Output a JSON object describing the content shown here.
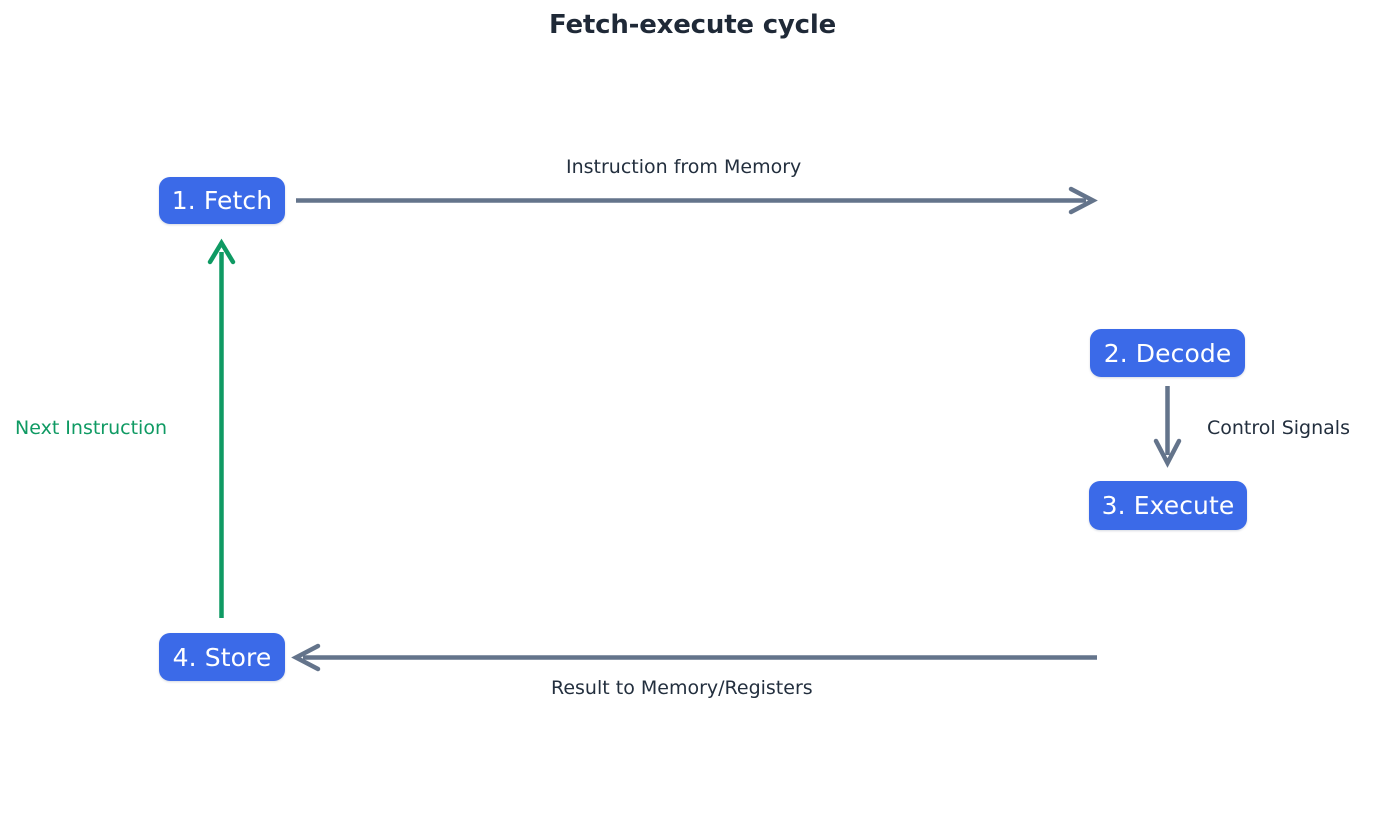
{
  "diagram": {
    "title": "Fetch-execute cycle",
    "type": "cycle-flowchart",
    "colors": {
      "node_fill": "#3b6ae8",
      "node_text": "#ffffff",
      "title_text": "#1f2937",
      "edge_default": "#64748b",
      "edge_highlight": "#0f9a63",
      "label_default": "#232f3e",
      "label_highlight": "#0f9a63",
      "background": "#ffffff"
    },
    "nodes": [
      {
        "id": "fetch",
        "label": "1. Fetch"
      },
      {
        "id": "decode",
        "label": "2. Decode"
      },
      {
        "id": "execute",
        "label": "3. Execute"
      },
      {
        "id": "store",
        "label": "4. Store"
      }
    ],
    "edges": [
      {
        "id": "fetch-to-decode",
        "label": "Instruction from Memory",
        "from": "fetch",
        "to": "decode",
        "direction": "right",
        "color": "#64748b"
      },
      {
        "id": "decode-to-execute",
        "label": "Control Signals",
        "from": "decode",
        "to": "execute",
        "direction": "down",
        "color": "#64748b"
      },
      {
        "id": "execute-to-store",
        "label": "Result to Memory/Registers",
        "from": "execute",
        "to": "store",
        "direction": "left",
        "color": "#64748b"
      },
      {
        "id": "store-to-fetch",
        "label": "Next Instruction",
        "from": "store",
        "to": "fetch",
        "direction": "up",
        "color": "#0f9a63"
      }
    ]
  }
}
